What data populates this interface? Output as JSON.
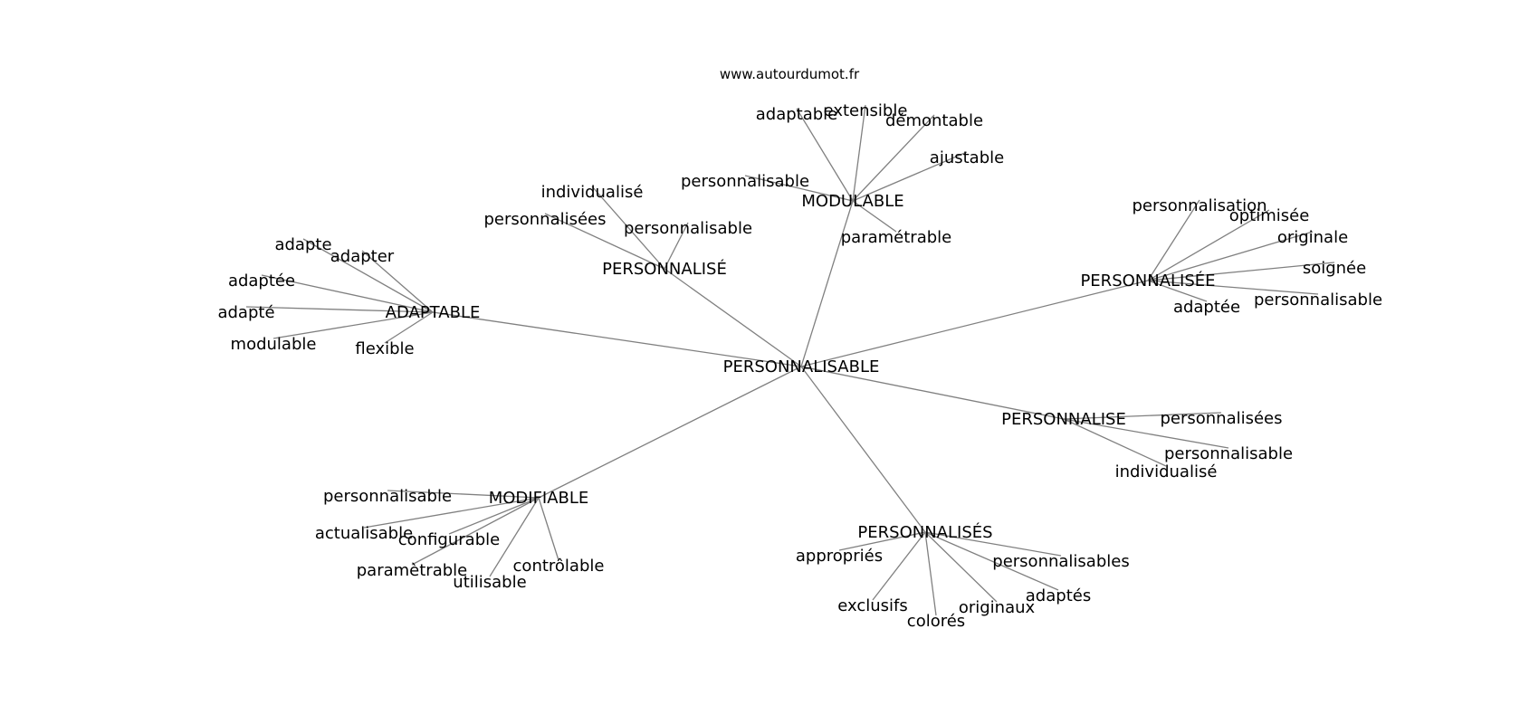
{
  "watermark": "www.autourdumot.fr",
  "graph": {
    "center": "PERSONNALISABLE",
    "clusters": [
      {
        "hub": "MODULABLE",
        "leaves": [
          "adaptable",
          "extensible",
          "démontable",
          "ajustable",
          "personnalisable",
          "paramétrable"
        ]
      },
      {
        "hub": "PERSONNALISÉ",
        "leaves": [
          "individualisé",
          "personnalisées",
          "personnalisable"
        ]
      },
      {
        "hub": "ADAPTABLE",
        "leaves": [
          "adapte",
          "adapter",
          "adaptée",
          "adapté",
          "modulable",
          "flexible"
        ]
      },
      {
        "hub": "PERSONNALISÉE",
        "leaves": [
          "personnalisation",
          "optimisée",
          "originale",
          "soignée",
          "personnalisable",
          "adaptée"
        ]
      },
      {
        "hub": "PERSONNALISE",
        "leaves": [
          "personnalisées",
          "personnalisable",
          "individualisé"
        ]
      },
      {
        "hub": "MODIFIABLE",
        "leaves": [
          "personnalisable",
          "actualisable",
          "configurable",
          "paramètrable",
          "contrôlable",
          "utilisable"
        ]
      },
      {
        "hub": "PERSONNALISÉS",
        "leaves": [
          "appropriés",
          "personnalisables",
          "adaptés",
          "exclusifs",
          "colorés",
          "originaux"
        ]
      }
    ]
  }
}
